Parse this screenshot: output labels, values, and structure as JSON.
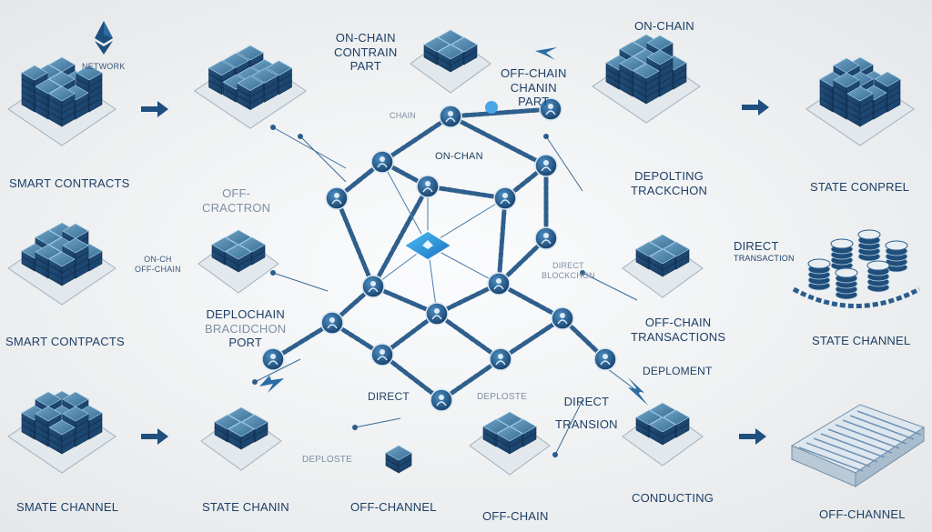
{
  "logo": {
    "text": "NETWORK",
    "icon": "ethereum-diamond-icon"
  },
  "labels": {
    "smart_contracts_top": "SMART CONTRACTS",
    "on_chain_contrain": [
      "ON-CHAIN",
      "CONTRAIN",
      "PART"
    ],
    "chain_small": "CHAIN",
    "off_chain_part": [
      "OFF-CHAIN",
      "CHANIN",
      "PART"
    ],
    "on_chain_top": "ON-CHAIN",
    "on_chan": "ON-CHAN",
    "depolting": [
      "DEPOLTING",
      "TRACKCHON"
    ],
    "state_conprel": "STATE CONPREL",
    "off_cractron": [
      "OFF-",
      "CRACTRON"
    ],
    "on_ch_off_chain": [
      "ON-CH",
      "OFF-CHAIN"
    ],
    "smart_contpacts": "SMART CONTPACTS",
    "deplochain": [
      "DEPLOCHAIN",
      "BRACIDCHON",
      "PORT"
    ],
    "direct_transaction": [
      "DIRECT",
      "TRANSACTION"
    ],
    "direct_blockchon": [
      "DIRECT",
      "BLOCKCHON"
    ],
    "off_chain_transactions": [
      "OFF-CHAIN",
      "TRANSACTIONS"
    ],
    "state_channel_right": "STATE CHANNEL",
    "deplomeent": "DEPLOMENT",
    "direct_left": "DIRECT",
    "deploste_mid": "DEPLOSTE",
    "direct_transion": [
      "DIRECT",
      "TRANSION"
    ],
    "deploste_bottom": "DEPLOSTE",
    "smate_channel": "SMATE CHANNEL",
    "state_chanin": "STATE CHANIN",
    "off_channel_mid": "OFF-CHANNEL",
    "off_chain_bottom": "OFF-CHAIN",
    "conducting": "CONDUCTING",
    "off_channel_right": "OFF-CHANNEL"
  },
  "colors": {
    "primary": "#1e4f7e",
    "accent": "#2e8fd8",
    "text": "#1e3f66",
    "background": "#eef0f1"
  }
}
